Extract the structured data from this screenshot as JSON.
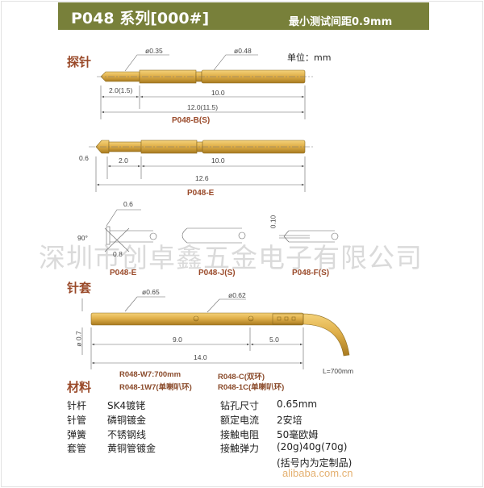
{
  "header": {
    "title": "P048 系列[000#]",
    "subtitle": "最小测试间距0.9mm"
  },
  "probe": {
    "section": "探针",
    "unit": "单位：mm",
    "b": {
      "d1": "ø0.35",
      "d2": "ø0.48",
      "len1": "2.0(1.5)",
      "len2": "10.0",
      "total": "12.0(11.5)",
      "label": "P048-B(S)"
    },
    "e": {
      "head": "0.6",
      "len1": "2.0",
      "len2": "10.0",
      "total": "12.6",
      "label": "P048-E"
    }
  },
  "tips": [
    {
      "label": "P048-E",
      "dim1": "0.6",
      "dim2": "0.8",
      "angle": "90°"
    },
    {
      "label": "P048-J(S)"
    },
    {
      "label": "P048-F(S)",
      "dim1": "0.10"
    }
  ],
  "watermark": "深圳市创卓鑫五金电子有限公司",
  "sleeve": {
    "section": "针套",
    "d1": "ø0.65",
    "d2": "ø0.62",
    "d3": "ø 0.7",
    "len1": "9.0",
    "len2": "5.0",
    "total": "14.0",
    "wire": "L=700mm"
  },
  "materials": {
    "section": "材料",
    "models": [
      "R048-W7:700mm",
      "R048-1W7(单喇叭环)",
      "R048-C(双环)",
      "R048-1C(单喇叭环)"
    ],
    "left": [
      {
        "k": "针杆",
        "v": "SK4镀铑"
      },
      {
        "k": "针管",
        "v": "磷铜镀金"
      },
      {
        "k": "弹簧",
        "v": "不锈钢线"
      },
      {
        "k": "套管",
        "v": "黄铜管镀金"
      }
    ],
    "right": [
      {
        "k": "钻孔尺寸",
        "v": "0.65mm"
      },
      {
        "k": "额定电流",
        "v": "2安培"
      },
      {
        "k": "接触电阻",
        "v": "50毫欧姆"
      },
      {
        "k": "接触弹力",
        "v": "(20g)40g(70g)"
      }
    ],
    "note": "(括号内为定制品)"
  },
  "source": "alibaba.com.cn",
  "colors": {
    "header": "#78803a",
    "gold": "#d9a73a",
    "label": "#9a4a2a"
  }
}
